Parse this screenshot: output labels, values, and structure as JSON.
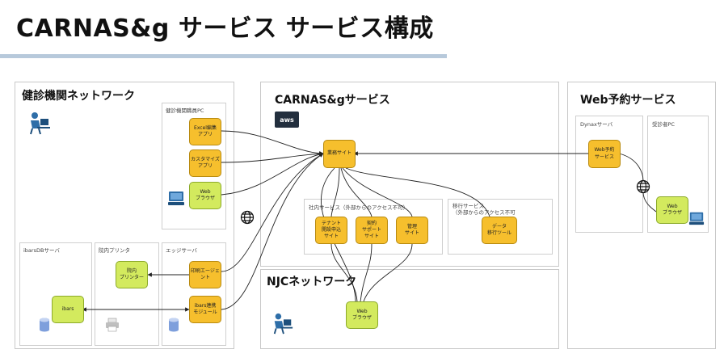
{
  "title": "CARNAS&g サービス サービス構成",
  "colors": {
    "node_orange": "#f6bf2d",
    "node_green": "#d3ea5e",
    "rule": "#b7c9db"
  },
  "panels": {
    "health": {
      "title": "健診機関ネットワーク"
    },
    "carnas": {
      "title": "CARNAS&gサービス",
      "badge": "aws"
    },
    "njc": {
      "title": "NJCネットワーク"
    },
    "web": {
      "title": "Web予約サービス"
    }
  },
  "groups": {
    "staff_pc": "健診機関職員PC",
    "ibars_db": "ibarsDBサーバ",
    "printer": "院内プリンタ",
    "edge": "エッジサーバ",
    "internal": "社内サービス（外部からのアクセス不可）",
    "migration": "移行サービス\n（外部からのアクセス不可",
    "dynax": "Dynaxサーバ",
    "examinee": "受診者PC"
  },
  "nodes": {
    "excel": "Excel編集\nアプリ",
    "custom": "カスタマイズ\nアプリ",
    "web_browser_staff": "Web\nブラウザ",
    "printer": "院内\nプリンター",
    "print_agent": "印刷エージェ\nント",
    "ibars_link": "ibars連携\nモジュール",
    "ibars": "ibars",
    "business_site": "業務サイト",
    "tenant_site": "テナント\n開設申込\nサイト",
    "contract_site": "契約\nサポート\nサイト",
    "admin_site": "管理\nサイト",
    "data_tool": "データ\n移行ツール",
    "njc_browser": "Web\nブラウザ",
    "web_reserve": "Web予約\nサービス",
    "web_browser_user": "Web\nブラウザ"
  },
  "icons": [
    "person-at-desk-icon",
    "computer-icon",
    "globe-icon",
    "database-icon",
    "printer-icon",
    "server-icon"
  ]
}
